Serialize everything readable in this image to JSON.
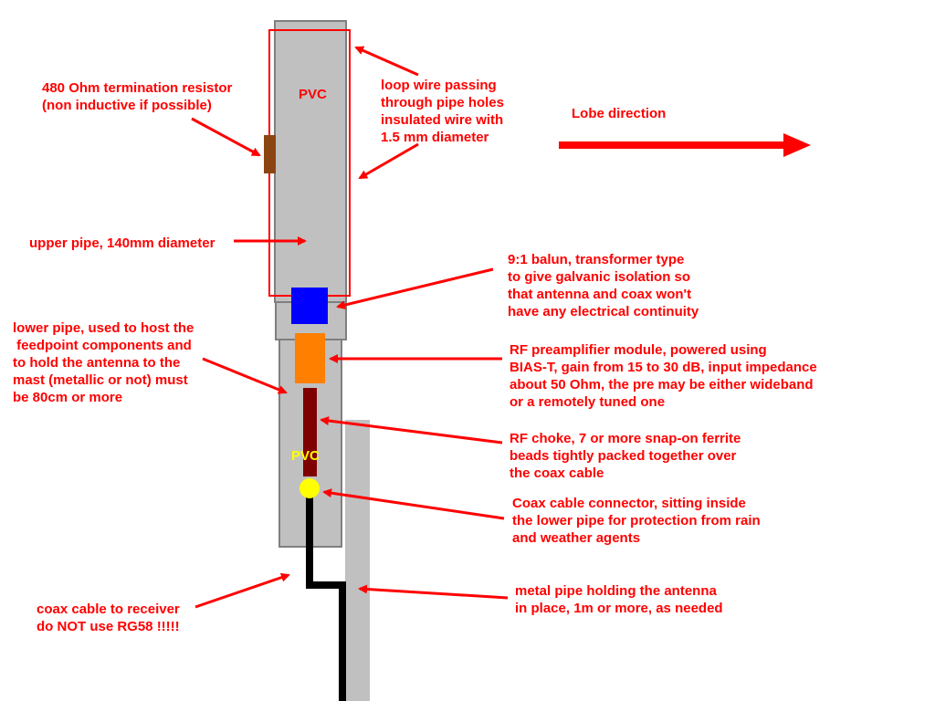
{
  "colors": {
    "annotation": "#ff0000",
    "pvc_pipe": "#c0c0c0",
    "pipe_outline": "#7f7f7f",
    "balun": "#0000ff",
    "preamp": "#ff7f00",
    "choke": "#7f0000",
    "connector": "#ffff00",
    "coax": "#000000",
    "resistor": "#8b4513",
    "pvc_label_lower": "#ffff00"
  },
  "pvc_labels": {
    "upper": "PVC",
    "lower": "PVC"
  },
  "labels": {
    "resistor": [
      "480 Ohm termination resistor",
      "(non inductive if possible)"
    ],
    "loop_wire": [
      "loop wire passing",
      "through pipe holes",
      "insulated wire with",
      "1.5 mm diameter"
    ],
    "lobe": [
      "Lobe direction"
    ],
    "upper_pipe": [
      "upper pipe, 140mm diameter"
    ],
    "balun": [
      "9:1 balun, transformer type",
      "to give galvanic isolation so",
      "that antenna and coax won't",
      "have any electrical continuity"
    ],
    "lower_pipe": [
      "lower pipe, used to host the",
      " feedpoint components and",
      "to hold the antenna to the",
      "mast (metallic or not) must",
      "be 80cm or more"
    ],
    "preamp": [
      "RF preamplifier module, powered using",
      "BIAS-T, gain from 15 to 30 dB, input impedance",
      "about 50 Ohm, the pre may be either wideband",
      "or a remotely tuned one"
    ],
    "choke": [
      "RF choke, 7 or more snap-on ferrite",
      "beads tightly packed together over",
      "the coax cable"
    ],
    "connector": [
      "Coax cable connector, sitting inside",
      "the lower pipe for protection from rain",
      "and weather agents"
    ],
    "coax": [
      "coax cable to receiver",
      "do NOT use RG58 !!!!!"
    ],
    "mast": [
      "metal pipe holding the antenna",
      "in place, 1m or more, as needed"
    ]
  }
}
